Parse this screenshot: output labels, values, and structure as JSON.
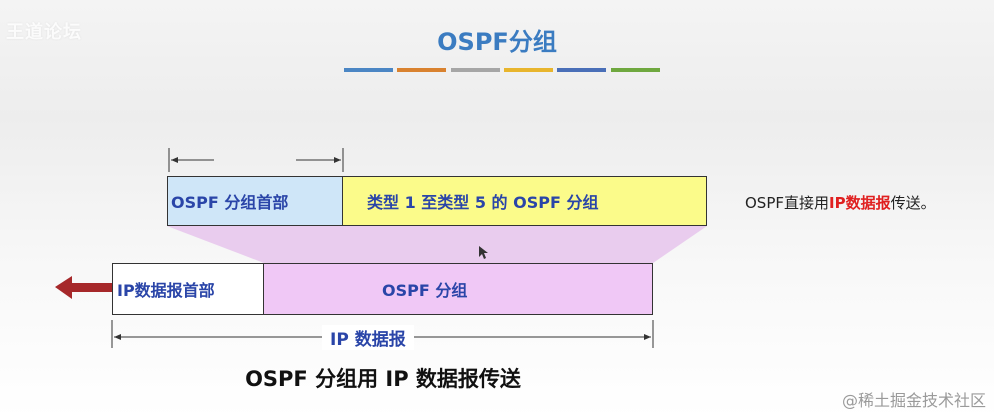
{
  "watermark_top_left": "王道论坛",
  "watermark_bottom_right": "@稀土掘金技术社区",
  "title": "OSPF分组",
  "color_bars": [
    "#4b86c4",
    "#d9822f",
    "#a6a6a6",
    "#e8b52d",
    "#4a6fb8",
    "#6fa83f"
  ],
  "ospf_packet": {
    "header_label": "OSPF 分组首部",
    "body_label": "类型 1 至类型 5 的 OSPF 分组"
  },
  "side_note": {
    "prefix": "OSPF直接用",
    "highlight": "IP数据报",
    "suffix": "传送。"
  },
  "ip_datagram": {
    "header_label": "IP数据报首部",
    "body_label": "OSPF 分组",
    "span_label": "IP 数据报"
  },
  "caption": "OSPF 分组用 IP 数据报传送"
}
